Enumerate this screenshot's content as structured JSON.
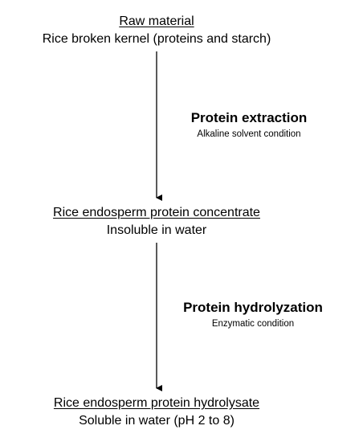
{
  "nodes": {
    "raw": {
      "title": "Raw material",
      "desc": "Rice broken kernel (proteins and starch)"
    },
    "concentrate": {
      "title": "Rice endosperm protein concentrate",
      "desc": "Insoluble in water"
    },
    "hydrolysate": {
      "title": "Rice endosperm protein hydrolysate",
      "desc": "Soluble in water (pH 2 to 8)"
    }
  },
  "steps": {
    "extraction": {
      "title": "Protein extraction",
      "condition": "Alkaline solvent condition"
    },
    "hydrolyzation": {
      "title": "Protein hydrolyzation",
      "condition": "Enzymatic condition"
    }
  },
  "colors": {
    "text": "#000000",
    "arrow": "#000000",
    "background": "#ffffff"
  }
}
